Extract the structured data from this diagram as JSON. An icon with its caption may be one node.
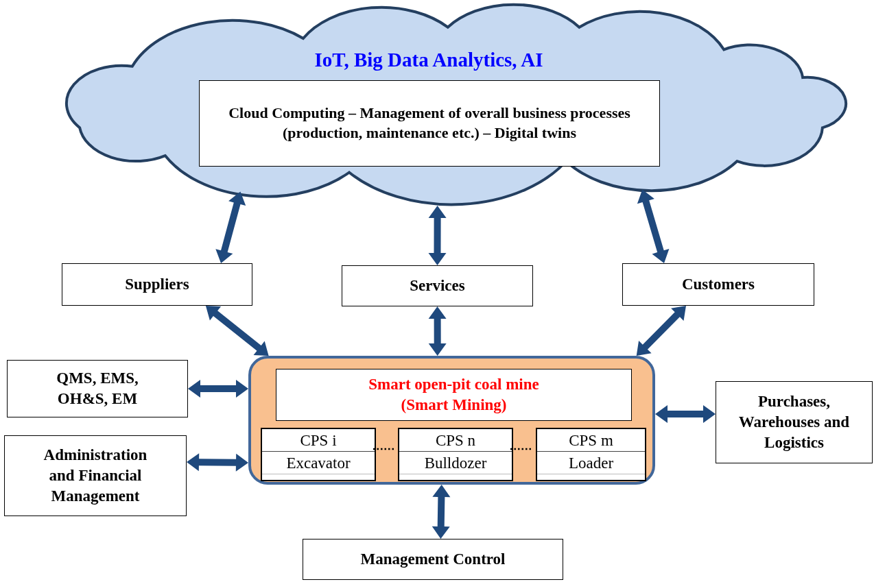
{
  "diagram": {
    "nodes": [
      {
        "text": [
          "IoT, Big Data Analytics, AI"
        ]
      },
      {
        "text": [
          "Cloud Computing – Management of overall business processes (production, maintenance etc.) – Digital twins"
        ],
        "in": 0
      },
      {
        "text": [
          "Suppliers"
        ]
      },
      {
        "text": [
          "Services"
        ]
      },
      {
        "text": [
          "Customers"
        ]
      },
      {
        "text": [
          "QMS, EMS, OH&S, EM"
        ]
      },
      {
        "text": [
          "Administration and Financial Management"
        ]
      },
      {
        "text": [],
        "shape": "box"
      },
      {
        "text": [
          "Smart open-pit coal mine (Smart Mining)"
        ],
        "in": 7
      },
      {
        "text": [
          "CPS i",
          "Excavator"
        ],
        "in": 7
      },
      {
        "text": [
          "CPS n",
          "Bulldozer"
        ],
        "in": 7
      },
      {
        "text": [
          "CPS m",
          "Loader"
        ],
        "in": 7
      },
      {
        "text": [
          "Purchases, Warehouses and Logistics"
        ]
      },
      {
        "text": [
          "Management Control"
        ]
      }
    ],
    "edges": [
      {
        "from": 0,
        "to": 2,
        "arrow": "both"
      },
      {
        "from": 0,
        "to": 3,
        "arrow": "both"
      },
      {
        "from": 0,
        "to": 4,
        "arrow": "both"
      },
      {
        "from": 2,
        "to": 7,
        "arrow": "both"
      },
      {
        "from": 3,
        "to": 7,
        "arrow": "both"
      },
      {
        "from": 4,
        "to": 7,
        "arrow": "both"
      },
      {
        "from": 5,
        "to": 7,
        "arrow": "both"
      },
      {
        "from": 6,
        "to": 7,
        "arrow": "both"
      },
      {
        "from": 7,
        "to": 12,
        "arrow": "both"
      },
      {
        "from": 7,
        "to": 13,
        "arrow": "both"
      },
      {
        "from": 9,
        "to": 10,
        "arrow": "none",
        "style": "dashed",
        "color": "#000000"
      },
      {
        "from": 10,
        "to": 11,
        "arrow": "none",
        "style": "dashed",
        "color": "#000000"
      }
    ]
  }
}
